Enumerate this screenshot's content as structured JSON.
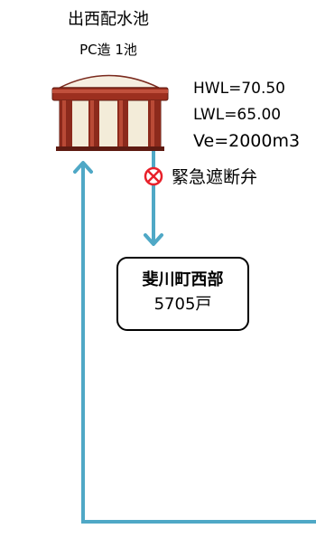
{
  "reservoir": {
    "name": "出西配水池",
    "structure": "PC造 1池",
    "hwl": "HWL=70.50",
    "lwl": "LWL=65.00",
    "volume": "Ve=2000m3"
  },
  "valve": {
    "label": "緊急遮断弁",
    "icon": "shutoff-valve-icon",
    "color": "#e8202a"
  },
  "district": {
    "name": "斐川町西部",
    "households": "5705戸"
  },
  "colors": {
    "pipe": "#4fa8c6",
    "tank_wall": "#8c2a1c",
    "tank_panel": "#f3ecd9"
  }
}
